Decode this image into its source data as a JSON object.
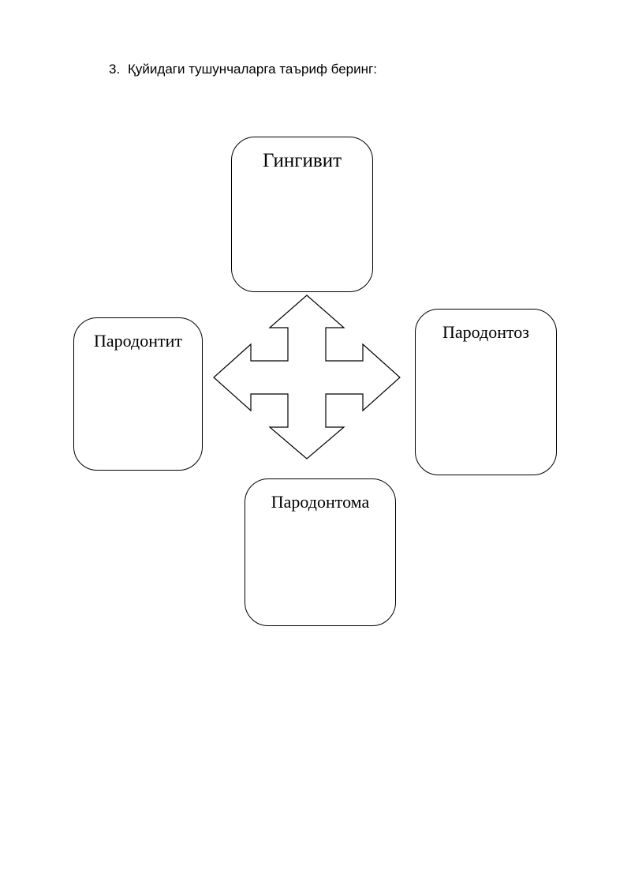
{
  "task": {
    "number": "3.",
    "text": "Қуйидаги тушунчаларга таъриф беринг:"
  },
  "diagram": {
    "boxes": {
      "top": "Гингивит",
      "left": "Пародонтит",
      "right": "Пародонтоз",
      "bottom": "Пародонтома"
    },
    "connector_icon": "four-way-arrow-icon"
  }
}
